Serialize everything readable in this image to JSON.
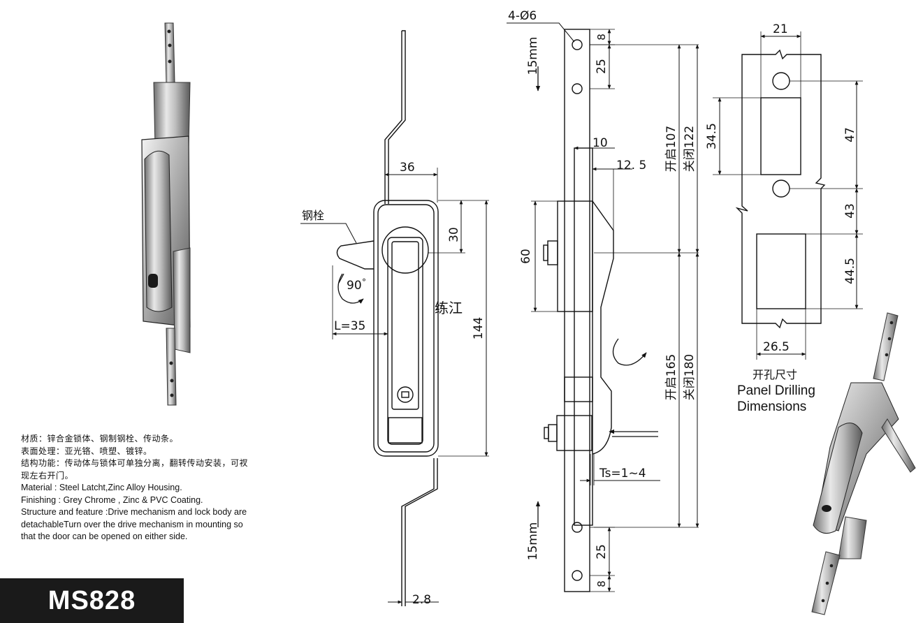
{
  "model": "MS828",
  "spec": {
    "material_cn": "材质：锌合金锁体、钢制钢栓、传动条。",
    "finishing_cn": "表面处理：亚光铬、喷塑、镀锌。",
    "structure_cn_1": "结构功能：传动体与锁体可单独分离，翻转传动安装，可衩",
    "structure_cn_2": "现左右开门。",
    "material_en": "Material : Steel Latcht,Zinc Alloy Housing.",
    "finishing_en": "Finishing :   Grey Chrome , Zinc & PVC Coating.",
    "structure_en_1": "Structure and feature :Drive mechanism and lock body are",
    "structure_en_2": "detachableTurn over the drive mechanism in mounting so",
    "structure_en_3": "that the door can be opened on either side."
  },
  "front_view": {
    "dim_width": "36",
    "dim_30": "30",
    "dim_144": "144",
    "dim_L": "L=35",
    "dim_rod": "2.8",
    "label_bolt": "钢栓",
    "label_rotation": "90",
    "watermark": "练江"
  },
  "side_view": {
    "holes": "4-Ø6",
    "dim_8_top": "8",
    "dim_25_top": "25",
    "dim_15mm_top": "15mm",
    "dim_10": "10",
    "dim_12_5": "12. 5",
    "dim_60": "60",
    "dim_open107": "开启107",
    "dim_close122": "关闭122",
    "dim_open165": "开启165",
    "dim_close180": "关闭180",
    "dim_ts": "Ts=1~4",
    "dim_15mm_bottom": "15mm",
    "dim_25_bottom": "25",
    "dim_8_bottom": "8"
  },
  "panel_drilling": {
    "dim_21": "21",
    "dim_34_5": "34.5",
    "dim_47": "47",
    "dim_43": "43",
    "dim_44_5": "44.5",
    "dim_26_5": "26.5",
    "label_cn": "开孔尺寸",
    "label_en_1": "Panel Drilling",
    "label_en_2": "Dimensions"
  }
}
